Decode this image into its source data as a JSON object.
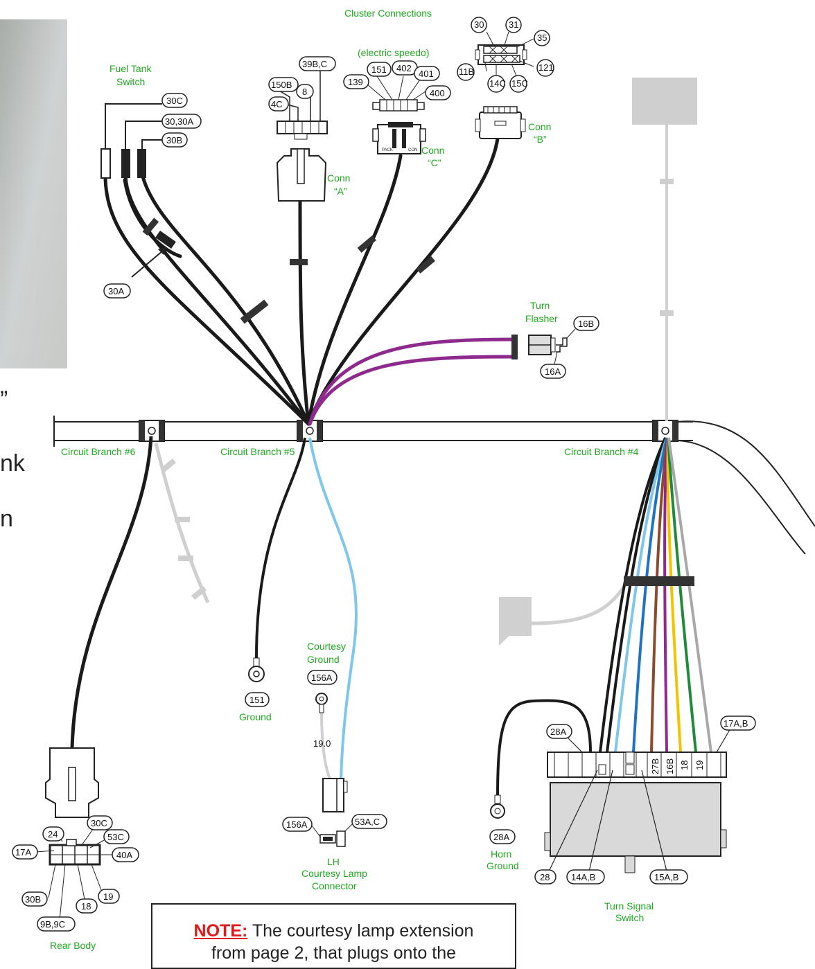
{
  "titles": {
    "cluster_connections": "Cluster Connections",
    "electric_speedo": "(electric speedo)",
    "fuel_tank_switch": [
      "Fuel Tank",
      "Switch"
    ],
    "turn_flasher": [
      "Turn",
      "Flasher"
    ],
    "courtesy_ground": [
      "Courtesy",
      "Ground"
    ],
    "ground": "Ground",
    "horn_ground": [
      "Horn",
      "Ground"
    ],
    "lh_courtesy": [
      "LH",
      "Courtesy Lamp",
      "Connector"
    ],
    "turn_signal_switch": [
      "Turn Signal",
      "Switch"
    ],
    "rear_body": "Rear Body",
    "conn_a": [
      "Conn",
      "“A”"
    ],
    "conn_b": [
      "Conn",
      "“B”"
    ],
    "conn_c": [
      "Conn",
      "“C”"
    ],
    "pack": "PACK",
    "con": "CON"
  },
  "branches": {
    "b6": "Circuit Branch #6",
    "b5": "Circuit Branch #5",
    "b4": "Circuit Branch #4"
  },
  "circuits": {
    "c30": "30",
    "c31": "31",
    "c35": "35",
    "c11b": "11B",
    "c14c": "14C",
    "c15c": "15C",
    "c121": "121",
    "c151": "151",
    "c402": "402",
    "c401": "401",
    "c139": "139",
    "c400": "400",
    "c39bc": "39B,C",
    "c150b": "150B",
    "c8": "8",
    "c4c": "4C",
    "c30c": "30C",
    "c3030a": "30,30A",
    "c30b": "30B",
    "c30a": "30A",
    "c16b": "16B",
    "c16a": "16A",
    "c151g": "151",
    "c156a_top": "156A",
    "c156a_bot": "156A",
    "c53ac": "53A,C",
    "c28a_top": "28A",
    "c28a_bot": "28A",
    "c17ab": "17A,B",
    "c28": "28",
    "c14ab": "14A,B",
    "c15ab": "15A,B",
    "r24": "24",
    "r30c": "30C",
    "r53c": "53C",
    "r17a": "17A",
    "r40a": "40A",
    "r30b": "30B",
    "r18": "18",
    "r19": "19",
    "r9b9c": "9B,9C"
  },
  "switch_pins": {
    "p27b": "27B",
    "p16b": "16B",
    "p18": "18",
    "p19": "19"
  },
  "measure": "19.0",
  "left_text": [
    "”",
    "nk",
    "n"
  ],
  "note": {
    "key": "NOTE:",
    "line1": " The courtesy lamp extension",
    "line2": "from page 2, that plugs onto the"
  },
  "colors": {
    "wire_black": "#1a1a1a",
    "wire_purple": "#8e2a8e",
    "wire_lightblue": "#7ec6ea",
    "wire_blue": "#1e73c4",
    "wire_brown": "#8a4b2e",
    "wire_yellow": "#f2c400",
    "wire_green": "#1f8a3a",
    "wire_gray": "#a8a8a8",
    "label_green": "#1faa1f",
    "note_red": "#e01919"
  }
}
